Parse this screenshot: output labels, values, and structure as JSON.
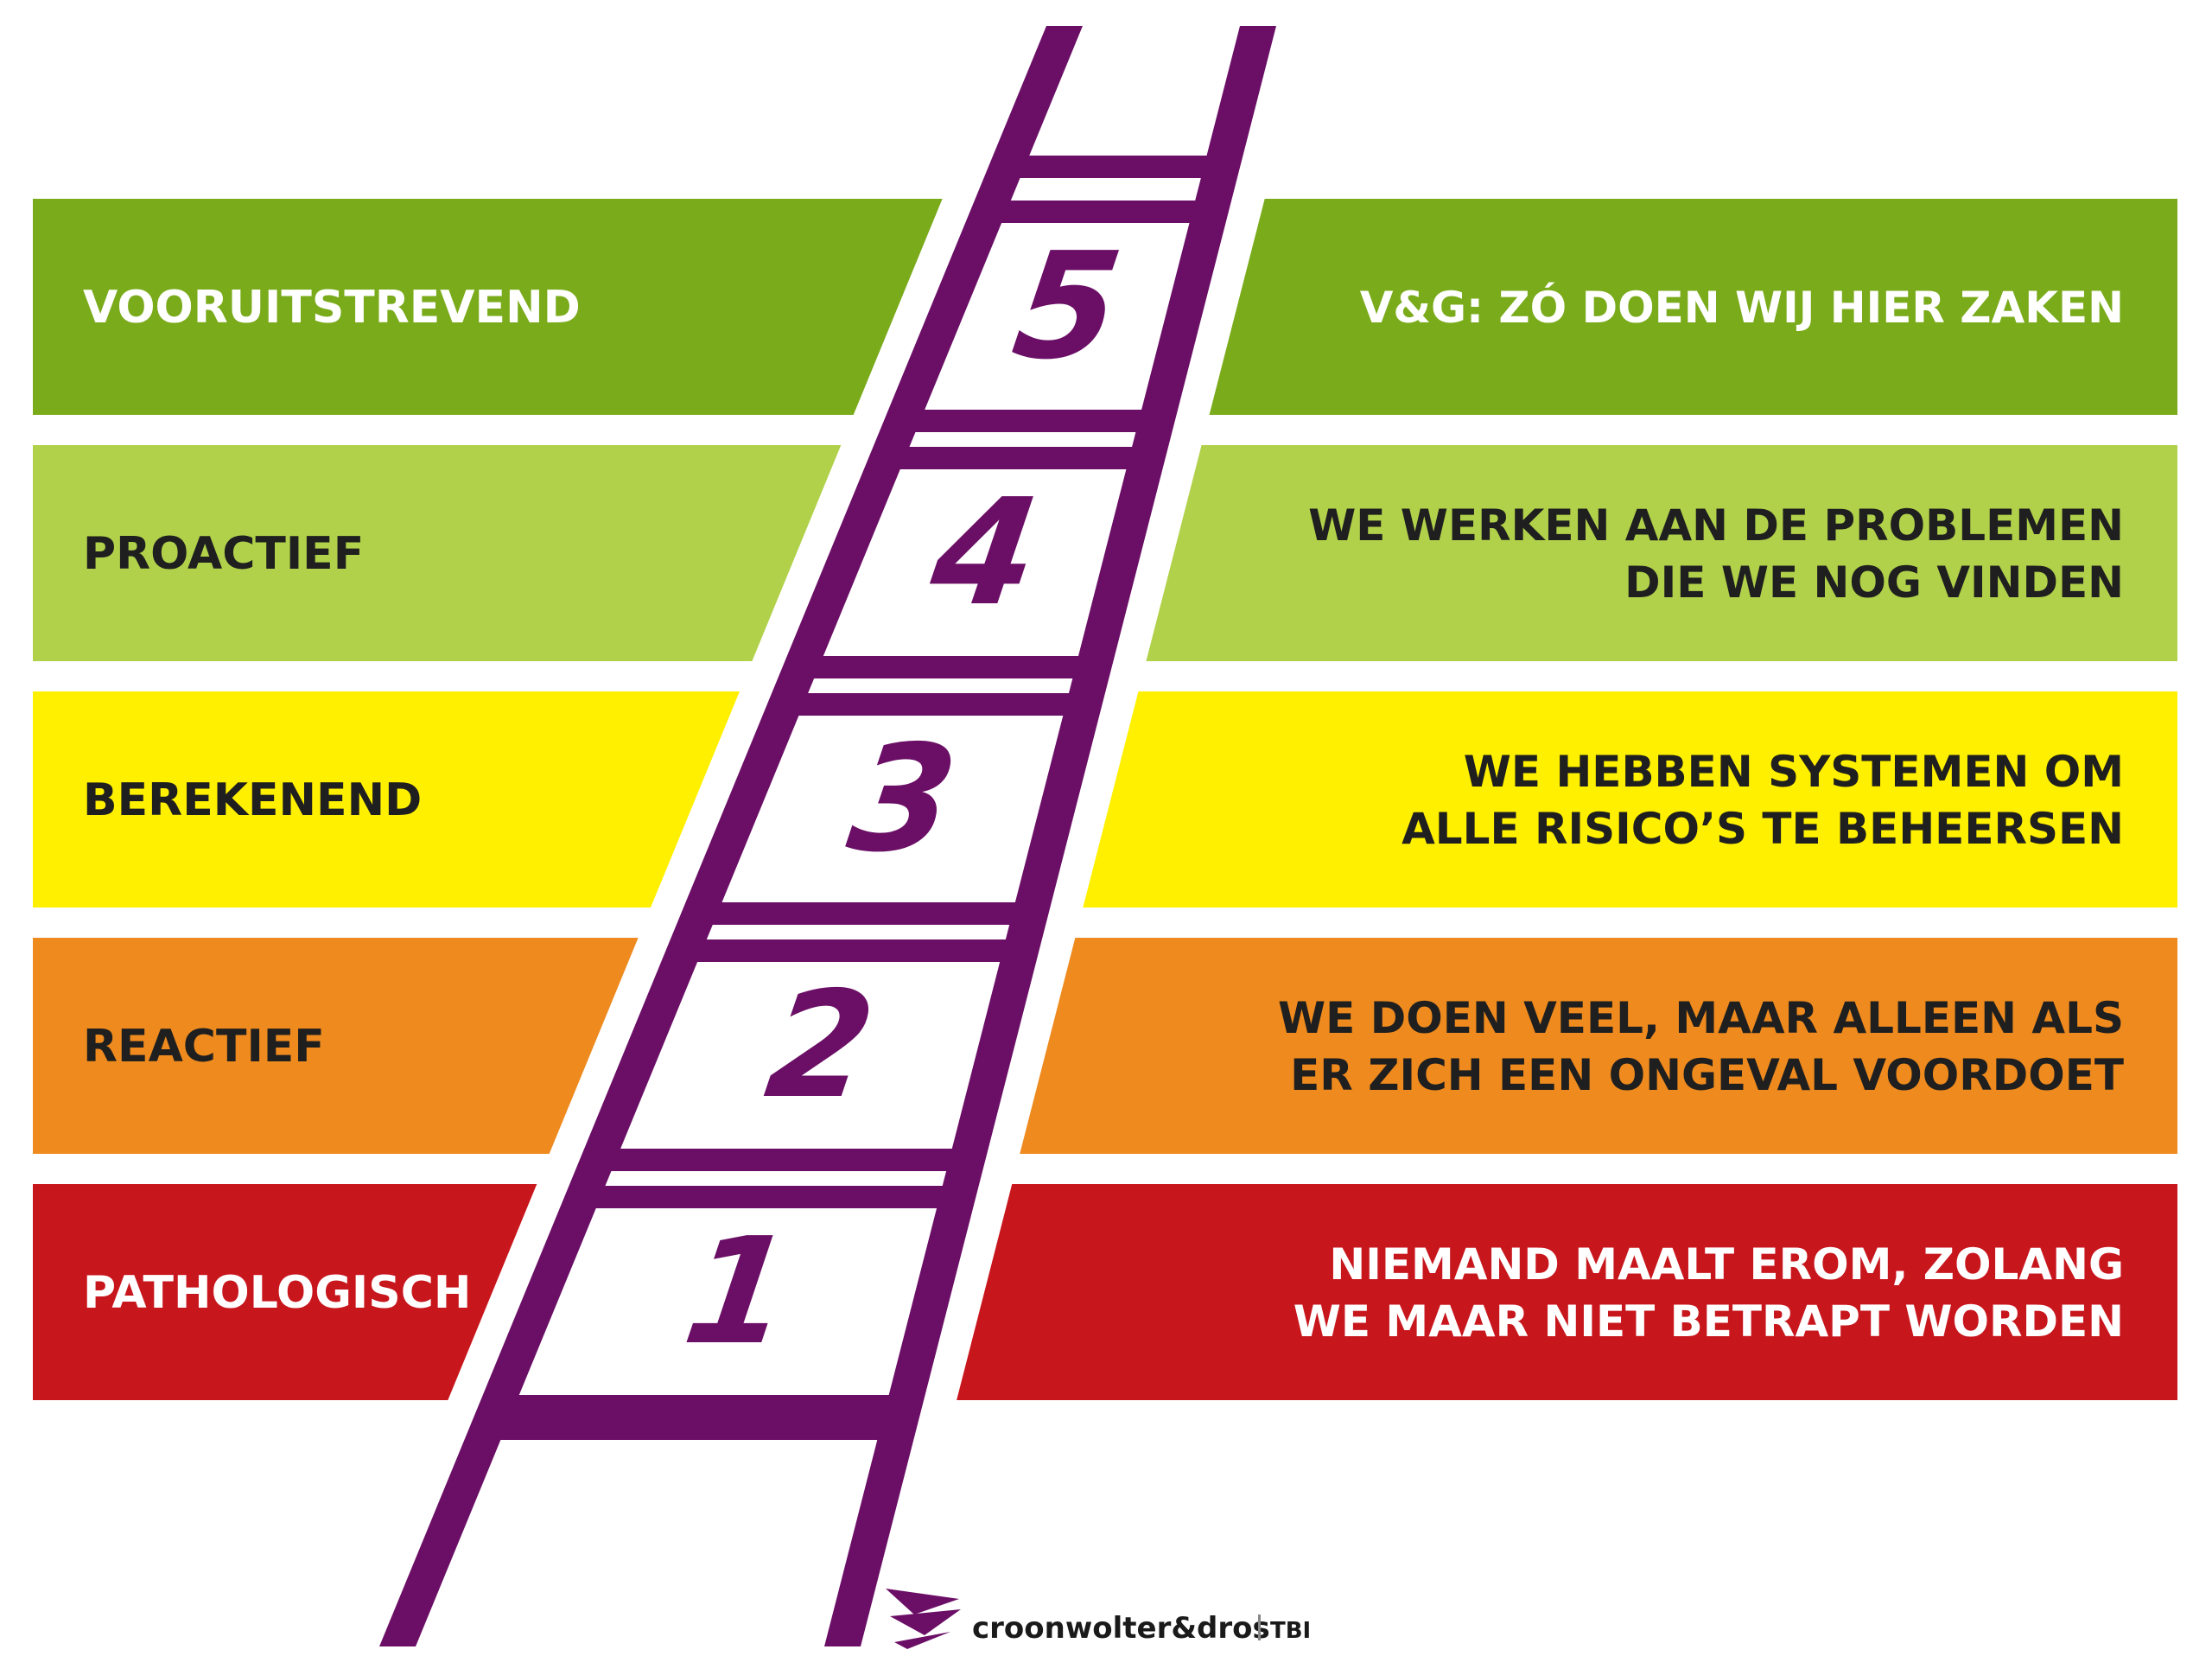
{
  "levels": [
    {
      "number": "5",
      "name": "VOORUITSTREVEND",
      "description": [
        "V&G: ZÓ DOEN WIJ HIER ZAKEN"
      ],
      "color": "#7aab1b",
      "name_color": "#ffffff",
      "desc_color": "#ffffff"
    },
    {
      "number": "4",
      "name": "PROACTIEF",
      "description": [
        "WE WERKEN AAN DE PROBLEMEN",
        "DIE WE NOG VINDEN"
      ],
      "color": "#b1d14a",
      "name_color": "#1f1f1f",
      "desc_color": "#1f1f1f"
    },
    {
      "number": "3",
      "name": "BEREKENEND",
      "description": [
        "WE HEBBEN SYSTEMEN OM",
        "ALLE RISICO’S TE BEHEERSEN"
      ],
      "color": "#fff000",
      "name_color": "#1f1f1f",
      "desc_color": "#1f1f1f"
    },
    {
      "number": "2",
      "name": "REACTIEF",
      "description": [
        "WE DOEN VEEL, MAAR ALLEEN ALS",
        "ER ZICH EEN ONGEVAL VOORDOET"
      ],
      "color": "#ee8a1e",
      "name_color": "#1f1f1f",
      "desc_color": "#1f1f1f"
    },
    {
      "number": "1",
      "name": "PATHOLOGISCH",
      "description": [
        "NIEMAND MAALT EROM, ZOLANG",
        "WE MAAR NIET BETRAPT WORDEN"
      ],
      "color": "#c8161d",
      "name_color": "#ffffff",
      "desc_color": "#ffffff"
    }
  ],
  "ladder": {
    "color": "#6b0f66",
    "box_fill": "#ffffff"
  },
  "logo": {
    "name": "croonwolter&dros",
    "suffix": "TBI",
    "color": "#6b0f66",
    "text_color": "#1a1a1a"
  }
}
